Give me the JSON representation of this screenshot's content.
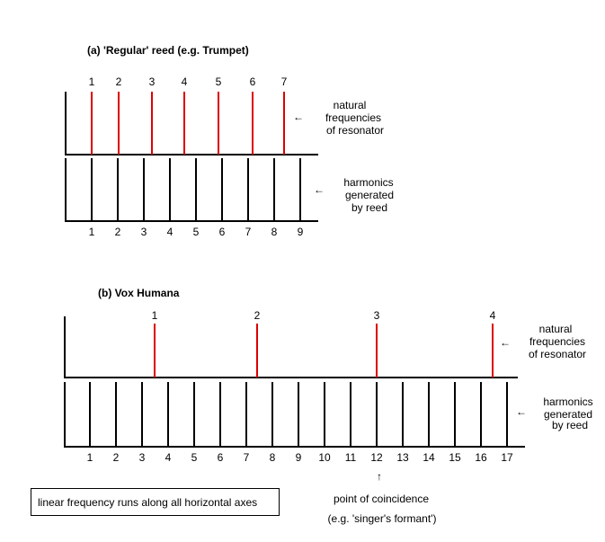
{
  "colors": {
    "resonator": "#dd0000",
    "ink": "#000000",
    "background": "#ffffff"
  },
  "panel_a": {
    "title": "(a) 'Regular' reed (e.g. Trumpet)",
    "resonator_numbers": [
      "1",
      "2",
      "3",
      "4",
      "5",
      "6",
      "7"
    ],
    "harmonic_numbers": [
      "1",
      "2",
      "3",
      "4",
      "5",
      "6",
      "7",
      "8",
      "9"
    ],
    "resonator_note": [
      "natural",
      "frequencies",
      "of resonator"
    ],
    "harmonic_note": [
      "harmonics",
      "generated",
      "by reed"
    ]
  },
  "panel_b": {
    "title": "(b) Vox Humana",
    "resonator_numbers": [
      "1",
      "2",
      "3",
      "4"
    ],
    "harmonic_numbers": [
      "1",
      "2",
      "3",
      "4",
      "5",
      "6",
      "7",
      "8",
      "9",
      "10",
      "11",
      "12",
      "13",
      "14",
      "15",
      "16",
      "17"
    ],
    "resonator_note": [
      "natural",
      "frequencies",
      "of resonator"
    ],
    "harmonic_note": [
      "harmonics",
      "generated",
      "by reed"
    ],
    "coincidence_note": [
      "point of coincidence",
      "(e.g. 'singer's formant')"
    ]
  },
  "footer_box": "linear frequency runs along all horizontal axes",
  "arrow_glyph_left": "←",
  "arrow_glyph_up": "↑"
}
